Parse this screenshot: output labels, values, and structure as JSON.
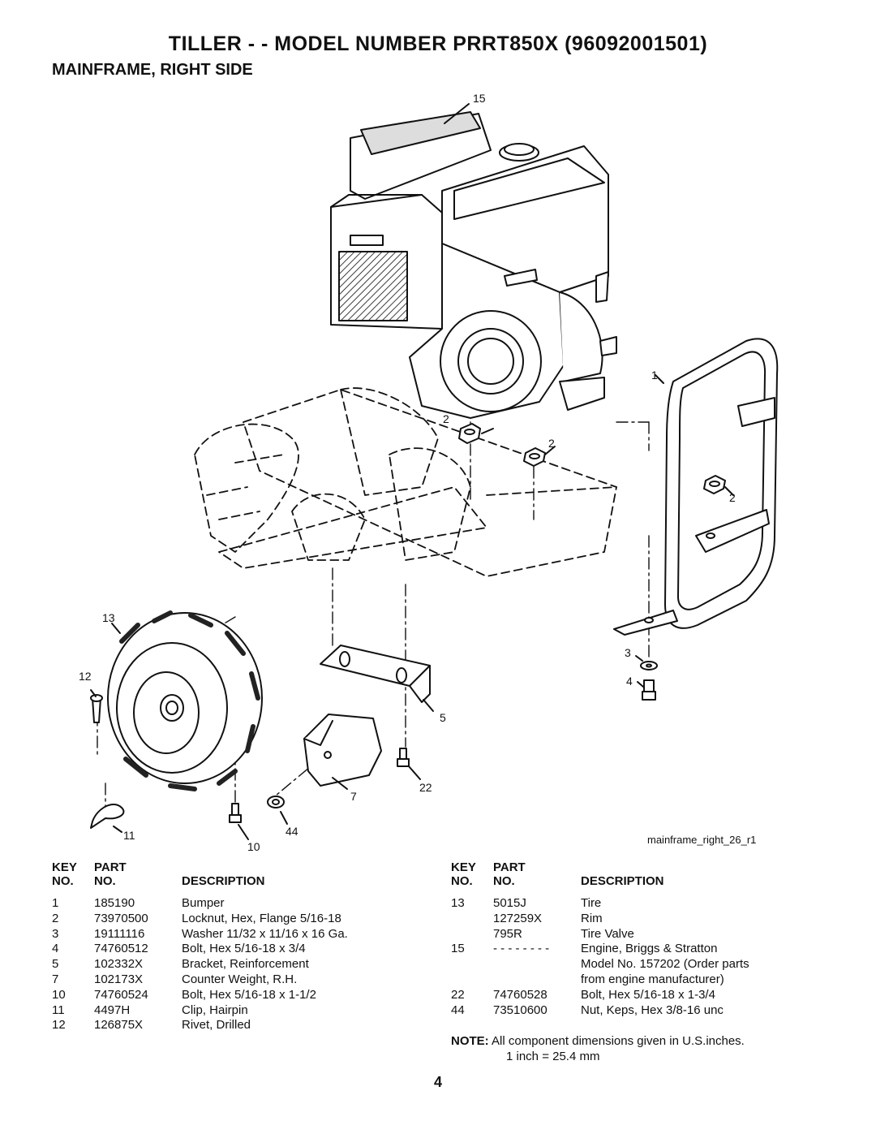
{
  "header": {
    "title": "TILLER - - MODEL NUMBER  PRRT850X  (96092001501)",
    "subtitle": "MAINFRAME, RIGHT SIDE"
  },
  "diagram": {
    "filename": "mainframe_right_26_r1",
    "callouts": [
      "15",
      "1",
      "2",
      "2",
      "2",
      "13",
      "12",
      "3",
      "4",
      "5",
      "22",
      "7",
      "44",
      "11",
      "10"
    ]
  },
  "table_headers": {
    "key_line1": "KEY",
    "key_line2": "NO.",
    "part_line1": "PART",
    "part_line2": "NO.",
    "description": "DESCRIPTION"
  },
  "parts_left": [
    {
      "key": "1",
      "part": "185190",
      "description": "Bumper"
    },
    {
      "key": "2",
      "part": "73970500",
      "description": "Locknut, Hex, Flange  5/16-18"
    },
    {
      "key": "3",
      "part": "19111116",
      "description": "Washer  11/32 x 11/16 x 16 Ga."
    },
    {
      "key": "4",
      "part": "74760512",
      "description": "Bolt, Hex  5/16-18 x 3/4"
    },
    {
      "key": "5",
      "part": "102332X",
      "description": "Bracket, Reinforcement"
    },
    {
      "key": "7",
      "part": "102173X",
      "description": "Counter Weight, R.H."
    },
    {
      "key": "10",
      "part": "74760524",
      "description": "Bolt, Hex  5/16-18 x 1-1/2"
    },
    {
      "key": "11",
      "part": "4497H",
      "description": "Clip, Hairpin"
    },
    {
      "key": "12",
      "part": "126875X",
      "description": "Rivet, Drilled"
    }
  ],
  "parts_right": [
    {
      "key": "13",
      "part": "5015J",
      "description": "Tire"
    },
    {
      "key": "",
      "part": "127259X",
      "description": "Rim"
    },
    {
      "key": "",
      "part": "795R",
      "description": "Tire Valve"
    },
    {
      "key": "15",
      "part": "- - - - - - - -",
      "description": "Engine, Briggs & Stratton"
    },
    {
      "key": "",
      "part": "",
      "description": "Model No. 157202 (Order parts"
    },
    {
      "key": "",
      "part": "",
      "description": "from engine manufacturer)"
    },
    {
      "key": "22",
      "part": "74760528",
      "description": "Bolt, Hex  5/16-18 x 1-3/4"
    },
    {
      "key": "44",
      "part": "73510600",
      "description": "Nut, Keps, Hex 3/8-16 unc"
    }
  ],
  "note": {
    "label": "NOTE:",
    "text": "All component dimensions given in U.S.inches.",
    "conversion": "1 inch = 25.4 mm"
  },
  "page_number": "4"
}
